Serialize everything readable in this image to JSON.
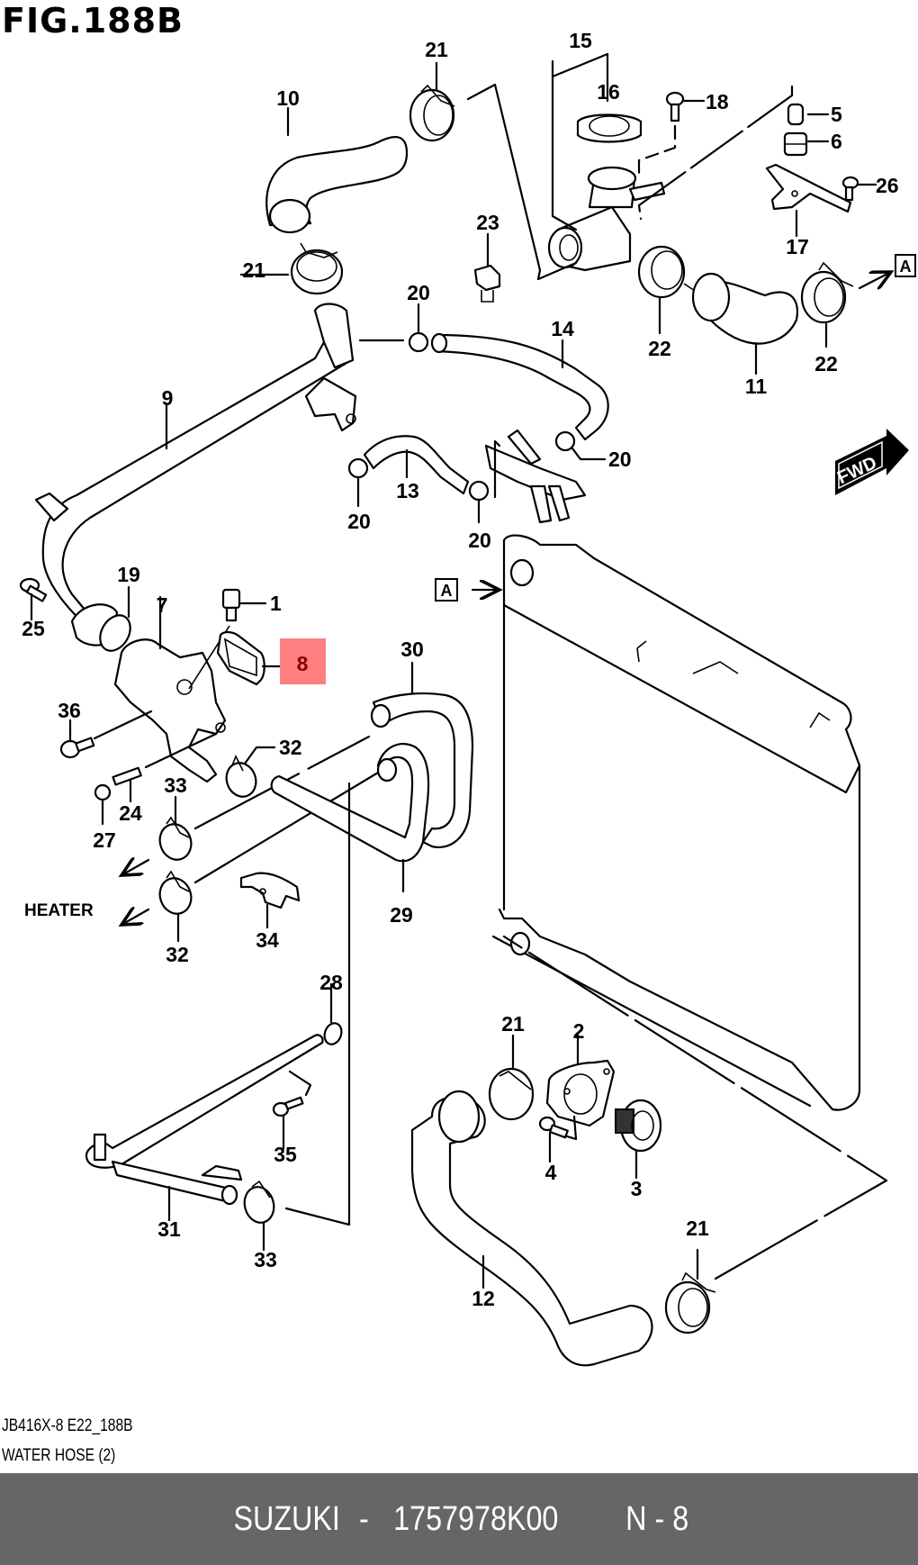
{
  "figure": {
    "title": "FIG.188B",
    "code": "JB416X-8 E22_188B",
    "caption": "WATER HOSE (2)"
  },
  "annotations": {
    "heater_label": "HEATER",
    "fwd_label": "FWD",
    "ref_a": "A"
  },
  "highlight": {
    "part_number": "8",
    "color": "#ff8080",
    "text_color": "#8b0000"
  },
  "callouts": {
    "c1": "1",
    "c2": "2",
    "c3": "3",
    "c4": "4",
    "c5": "5",
    "c6": "6",
    "c7": "7",
    "c9": "9",
    "c10": "10",
    "c11": "11",
    "c12": "12",
    "c13": "13",
    "c14": "14",
    "c15": "15",
    "c16": "16",
    "c17": "17",
    "c18": "18",
    "c19": "19",
    "c20a": "20",
    "c20b": "20",
    "c20c": "20",
    "c20d": "20",
    "c21a": "21",
    "c21b": "21",
    "c21c": "21",
    "c21d": "21",
    "c22a": "22",
    "c22b": "22",
    "c23": "23",
    "c24": "24",
    "c25": "25",
    "c26": "26",
    "c27": "27",
    "c28": "28",
    "c29": "29",
    "c30": "30",
    "c31": "31",
    "c32a": "32",
    "c32b": "32",
    "c33a": "33",
    "c33b": "33",
    "c34": "34",
    "c35": "35",
    "c36": "36"
  },
  "footer": {
    "brand": "SUZUKI",
    "separator": "-",
    "part_number": "1757978K00",
    "position": "N - 8",
    "background": "#666666"
  }
}
